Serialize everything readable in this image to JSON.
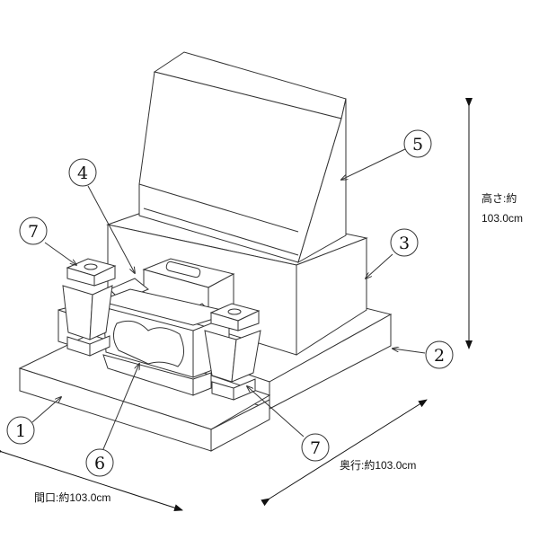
{
  "dimensions": {
    "height_label": "高さ:約",
    "height_value": "103.0cm",
    "depth": "奥行:約103.0cm",
    "width": "間口:約103.0cm"
  },
  "callouts": [
    "1",
    "2",
    "3",
    "4",
    "5",
    "6",
    "7",
    "7"
  ]
}
